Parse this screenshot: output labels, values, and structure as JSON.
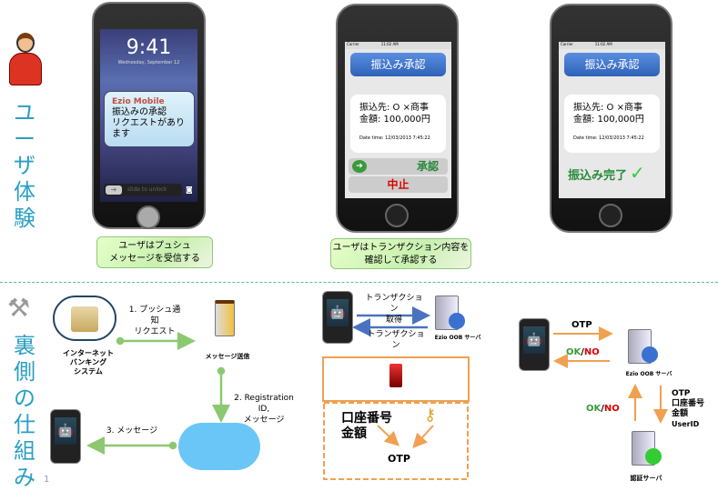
{
  "left_labels": {
    "user_experience": [
      "ユ",
      "ー",
      "ザ",
      "体",
      "験"
    ],
    "backend": [
      "裏",
      "側",
      "の",
      "仕",
      "組",
      "み"
    ]
  },
  "phone1": {
    "time": "9:41",
    "date": "Wednesday, September 12",
    "app": "Ezio Mobile",
    "msg1": "振込みの承認",
    "msg2": "リクエストがあります",
    "slide": "slide to unlock",
    "caption1": "ユーザはプュシュ",
    "caption2": "メッセージを受信する"
  },
  "phone2": {
    "carrier": "Carrier",
    "clock": "11:02 AM",
    "title": "振込み承認",
    "payee": "振込先: O ×商事",
    "amount": "金額: 100,000円",
    "datetime": "Date time: 12/03/2013 7:45:22",
    "approve": "承認",
    "cancel": "中止",
    "caption1": "ユーザはトランザクション内容を",
    "caption2": "確認して承認する"
  },
  "phone3": {
    "carrier": "Carrier",
    "clock": "11:02 AM",
    "title": "振込み承認",
    "payee": "振込先: O ×商事",
    "amount": "金額: 100,000円",
    "datetime": "Date time: 12/03/2013 7:45:22",
    "done": "振込み完了",
    "check": "✓"
  },
  "flow1": {
    "bank1": "インターネット",
    "bank2": "バンキング",
    "bank3": "システム",
    "step1a": "1. プッシュ通知",
    "step1b": "リクエスト",
    "msgserver": "メッセージ送信",
    "step2a": "2. Registration ID,",
    "step2b": "メッセージ",
    "step3": "3. メッセージ"
  },
  "flow2": {
    "get1": "トランザクション",
    "get2": "取得",
    "tx": "トランザクション",
    "oob": "Ezio OOB サーバ",
    "account": "口座番号",
    "amount": "金額",
    "otp": "OTP"
  },
  "flow3": {
    "otp": "OTP",
    "ok": "OK",
    "slash": "/",
    "no": "NO",
    "oob": "Ezio OOB サーバ",
    "p1": "OTP",
    "p2": "口座番号",
    "p3": "金額",
    "p4": "UserID",
    "auth": "認証サーバ"
  },
  "page_number": "1"
}
